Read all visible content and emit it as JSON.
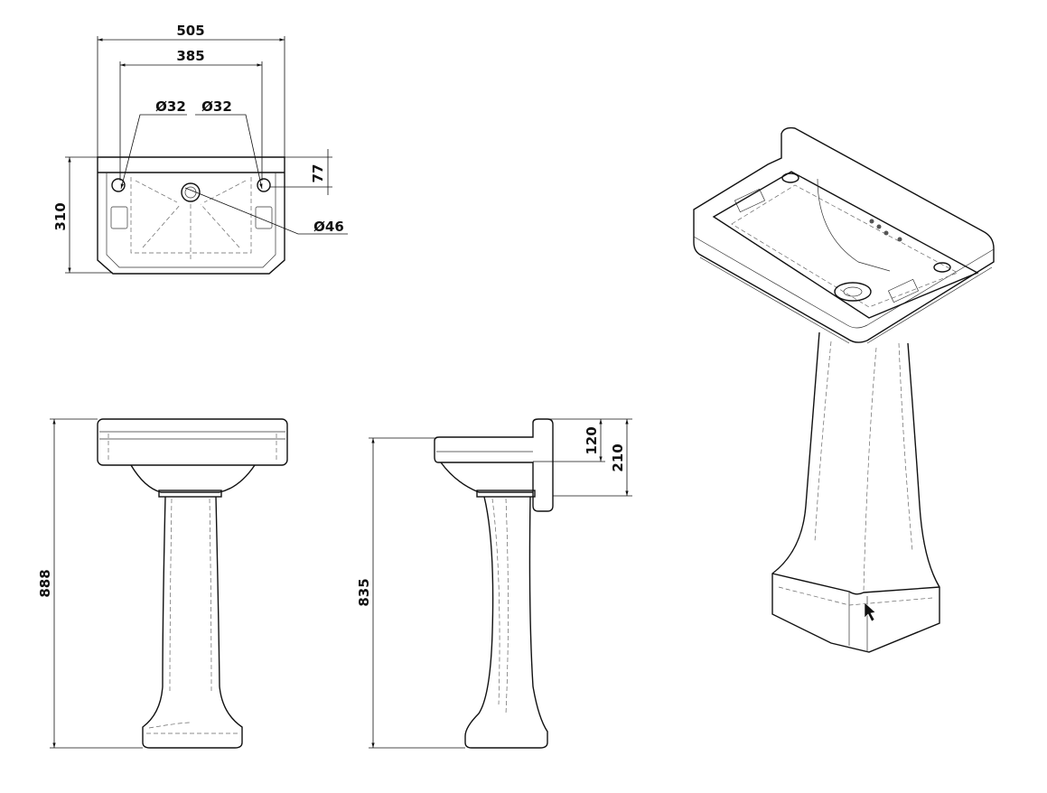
{
  "top_view": {
    "overall_width": "505",
    "tap_hole_spacing": "385",
    "tap_hole_left": "Ø32",
    "tap_hole_right": "Ø32",
    "hole_offset": "77",
    "depth": "310",
    "waste_hole": "Ø46"
  },
  "front_view": {
    "overall_height": "888"
  },
  "side_view": {
    "rim_height": "835",
    "backplate_upper": "120",
    "backplate_lower": "210"
  },
  "iso_view": {
    "cursor": "arrow-cursor"
  }
}
